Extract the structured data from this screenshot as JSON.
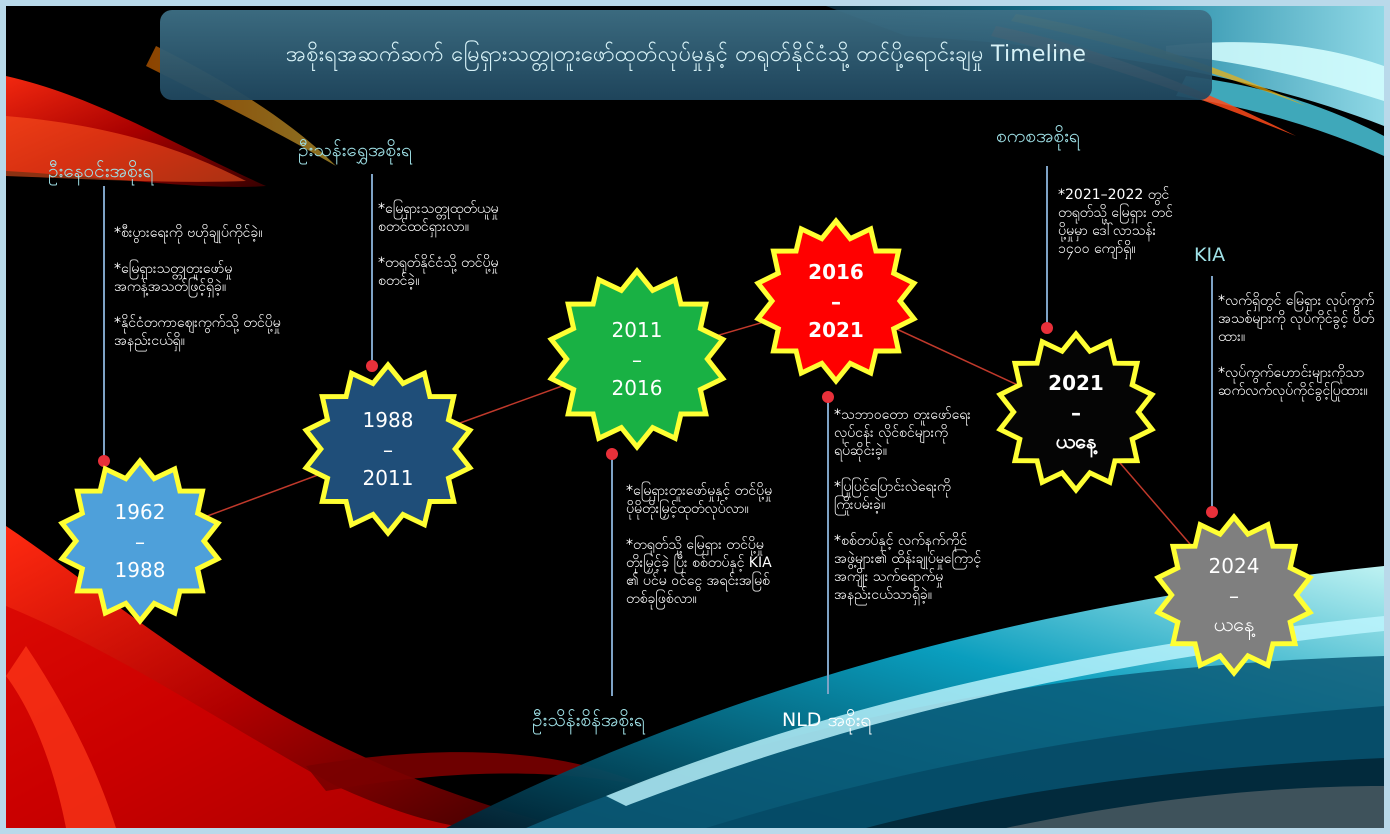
{
  "title": "အစိုးရအဆက်ဆက် မြေရှားသတ္တုတူးဖော်ထုတ်လုပ်မှုနှင့် တရုတ်နိုင်ငံသို့ တင်ပို့ရောင်းချမှု Timeline",
  "colors": {
    "star_1": "#4ea0da",
    "star_2": "#1f4e79",
    "star_3": "#19b144",
    "star_4": "#ff0000",
    "star_5": "#050505",
    "star_6": "#7f7f7f",
    "star_border": "#ffff33",
    "connector": "#c0392b",
    "pin": "#e8303a",
    "stem": "#7ea3c6"
  },
  "periods": [
    {
      "line1": "1962",
      "dash": "–",
      "line2": "1988"
    },
    {
      "line1": "1988",
      "dash": "–",
      "line2": "2011"
    },
    {
      "line1": "2011",
      "dash": "–",
      "line2": "2016"
    },
    {
      "line1": "2016",
      "dash": "–",
      "line2": "2021"
    },
    {
      "line1": "2021",
      "dash": "–",
      "line2": "ယနေ့"
    },
    {
      "line1": "2024",
      "dash": "–",
      "line2": "ယနေ့"
    }
  ],
  "governments": [
    "ဦးနေဝင်းအစိုးရ",
    "ဦးသန်းရွှေအစိုးရ",
    "ဦးသိန်းစိန်အစိုးရ",
    "NLD အစိုးရ",
    "စကစအစိုးရ",
    "KIA"
  ],
  "notes": [
    [
      "*စီးပွားရေးကို ဗဟိုချုပ်ကိုင်ခဲ့။",
      "*မြေရှားသတ္တုတူးဖော်မှု အကန့်အသတ်ဖြင့်ရှိခဲ့။",
      "*နိုင်ငံတကာဈေးကွက်သို့ တင်ပို့မှု အနည်းငယ်ရှိ။"
    ],
    [
      "*မြေရှားသတ္တုထုတ်ယူမှု စတင်ထင်ရှားလာ။",
      "*တရုတ်နိုင်ငံသို့ တင်ပို့မှု စတင်ခဲ့။"
    ],
    [
      "*မြေရှားတူးဖော်မှုနှင့် တင်ပို့မှု ပိုမိုတိုးမြှင့်ထုတ်လုပ်လာ။",
      "*တရုတ်သို့ မြေရှား တင်ပို့မှု တိုးမြှင့်ခဲ့ ပြီး စစ်တပ်နှင့် KIA ၏ ပင်မ ဝင်ငွေ အရင်းအမြစ် တစ်ခုဖြစ်လာ။"
    ],
    [
      "*သဘာဝတော တူးဖော်ရေးလုပ်ငန်း လိုင်စင်များကို ရပ်ဆိုင်းခဲ့။",
      "*ပြုပြင်ပြောင်းလဲရေးကို ကြိုးပမ်းခဲ့။",
      "*စစ်တပ်နှင့် လက်နက်ကိုင်အဖွဲ့များ၏ ထိန်းချုပ်မှုကြောင့် အကျိုး သက်ရောက်မှု အနည်းငယ်သာရှိခဲ့။"
    ],
    [
      "*2021–2022 တွင် တရုတ်သို့ မြေရှား တင်ပို့မှုမှာ ဒေါ်လာသန်း ၁၄၀၀ ကျော်ရှိ။"
    ],
    [
      "*လက်ရှိတွင် မြေရှား လုပ်ကွက်အသစ်များကို လုပ်ကိုင်ခွင့် ပိတ်ထား။",
      "*လုပ်ကွက်ဟောင်းများကိုသာ ဆက်လက်လုပ်ကိုင်ခွင့်ပြုထား။"
    ]
  ]
}
